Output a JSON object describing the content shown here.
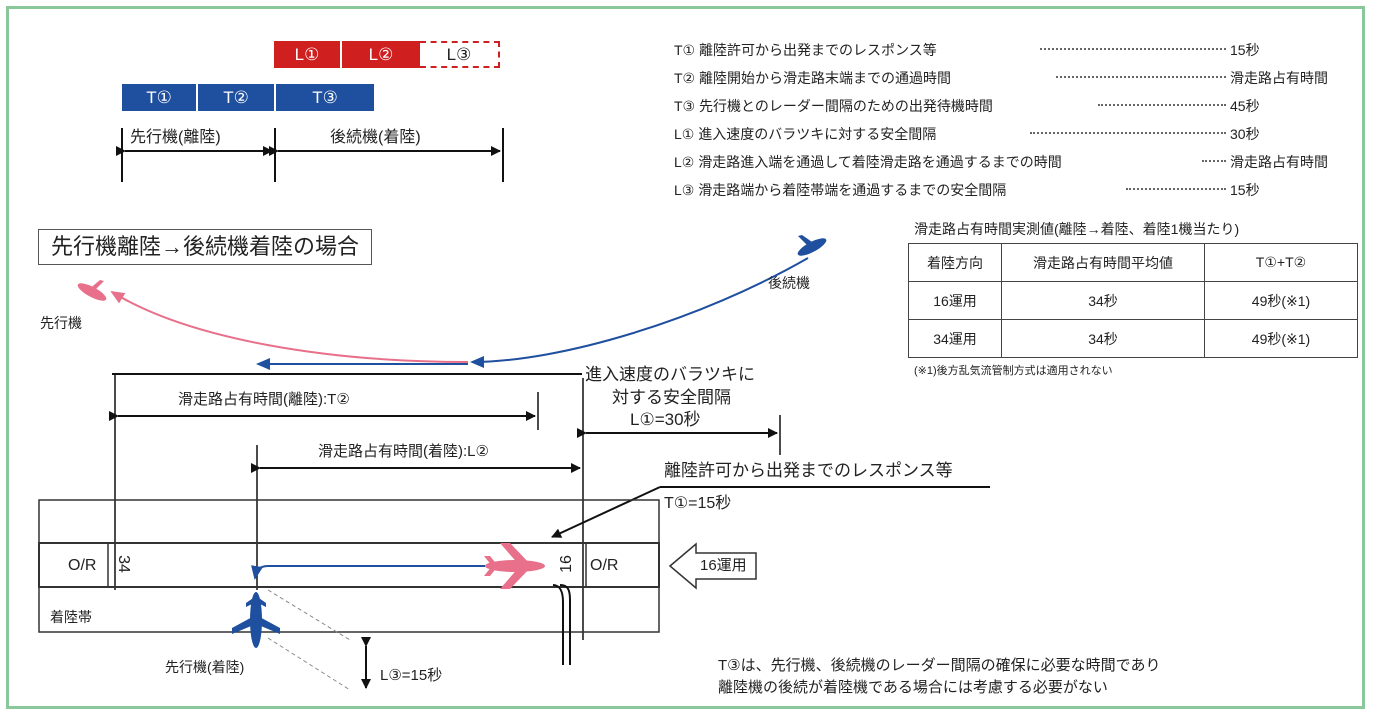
{
  "bars": {
    "landing": [
      "L①",
      "L②",
      "L③"
    ],
    "takeoff": [
      "T①",
      "T②",
      "T③"
    ]
  },
  "phases": {
    "leading": "先行機(離陸)",
    "following": "後続機(着陸)"
  },
  "legend": [
    {
      "label": "T① 離陸許可から出発までのレスポンス等",
      "value": "15秒"
    },
    {
      "label": "T② 離陸開始から滑走路末端までの通過時間",
      "value": "滑走路占有時間"
    },
    {
      "label": "T③ 先行機とのレーダー間隔のための出発待機時間",
      "value": "45秒"
    },
    {
      "label": "L① 進入速度のバラツキに対する安全間隔",
      "value": "30秒"
    },
    {
      "label": "L② 滑走路進入端を通過して着陸滑走路を通過するまでの時間",
      "value": "滑走路占有時間"
    },
    {
      "label": "L③ 滑走路端から着陸帯端を通過するまでの安全間隔",
      "value": "15秒"
    }
  ],
  "scenario_title": "先行機離陸→後続機着陸の場合",
  "table": {
    "caption": "滑走路占有時間実測値(離陸→着陸、着陸1機当たり)",
    "headers": [
      "着陸方向",
      "滑走路占有時間平均値",
      "T①+T②"
    ],
    "rows": [
      [
        "16運用",
        "34秒",
        "49秒(※1)"
      ],
      [
        "34運用",
        "34秒",
        "49秒(※1)"
      ]
    ],
    "note": "(※1)後方乱気流管制方式は適用されない"
  },
  "labels": {
    "following_aircraft": "後続機",
    "leading_aircraft": "先行機",
    "occupancy_takeoff": "滑走路占有時間(離陸):T②",
    "occupancy_landing": "滑走路占有時間(着陸):L②",
    "approach_variance_1": "進入速度のバラツキに",
    "approach_variance_2": "対する安全間隔",
    "approach_variance_3": "L①=30秒",
    "response": "離陸許可から出発までのレスポンス等",
    "response_value": "T①=15秒",
    "or_left": "O/R",
    "rwy_34": "34",
    "rwy_16": "16",
    "or_right": "O/R",
    "ops_16": "16運用",
    "strip": "着陸帯",
    "leading_landing": "先行機(着陸)",
    "l3": "L③=15秒",
    "note_1": "T③は、先行機、後続機のレーダー間隔の確保に必要な時間であり",
    "note_2": "離陸機の後続が着陸機である場合には考慮する必要がない"
  },
  "colors": {
    "blue": "#1f4f9f",
    "red": "#d01f1f",
    "pink": "#e8708a",
    "frame": "#8ac79a"
  }
}
